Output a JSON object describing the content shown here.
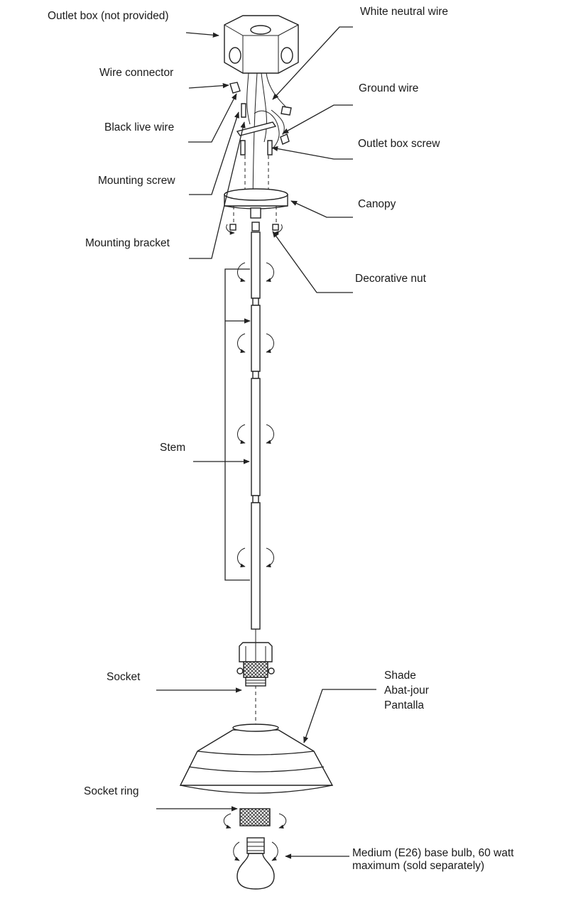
{
  "labels": {
    "outlet_box": "Outlet box (not provided)",
    "wire_connector": "Wire connector",
    "black_live_wire": "Black live wire",
    "mounting_screw": "Mounting screw",
    "mounting_bracket": "Mounting bracket",
    "white_neutral_wire": "White neutral wire",
    "ground_wire": "Ground wire",
    "outlet_box_screw": "Outlet box screw",
    "canopy": "Canopy",
    "decorative_nut": "Decorative nut",
    "stem": "Stem",
    "socket": "Socket",
    "shade_en": "Shade",
    "shade_fr": "Abat-jour",
    "shade_es": "Pantalla",
    "socket_ring": "Socket ring",
    "bulb_line1": "Medium (E26) base bulb, 60 watt",
    "bulb_line2": "maximum (sold separately)"
  },
  "colors": {
    "ink": "#222222",
    "background": "#ffffff"
  }
}
